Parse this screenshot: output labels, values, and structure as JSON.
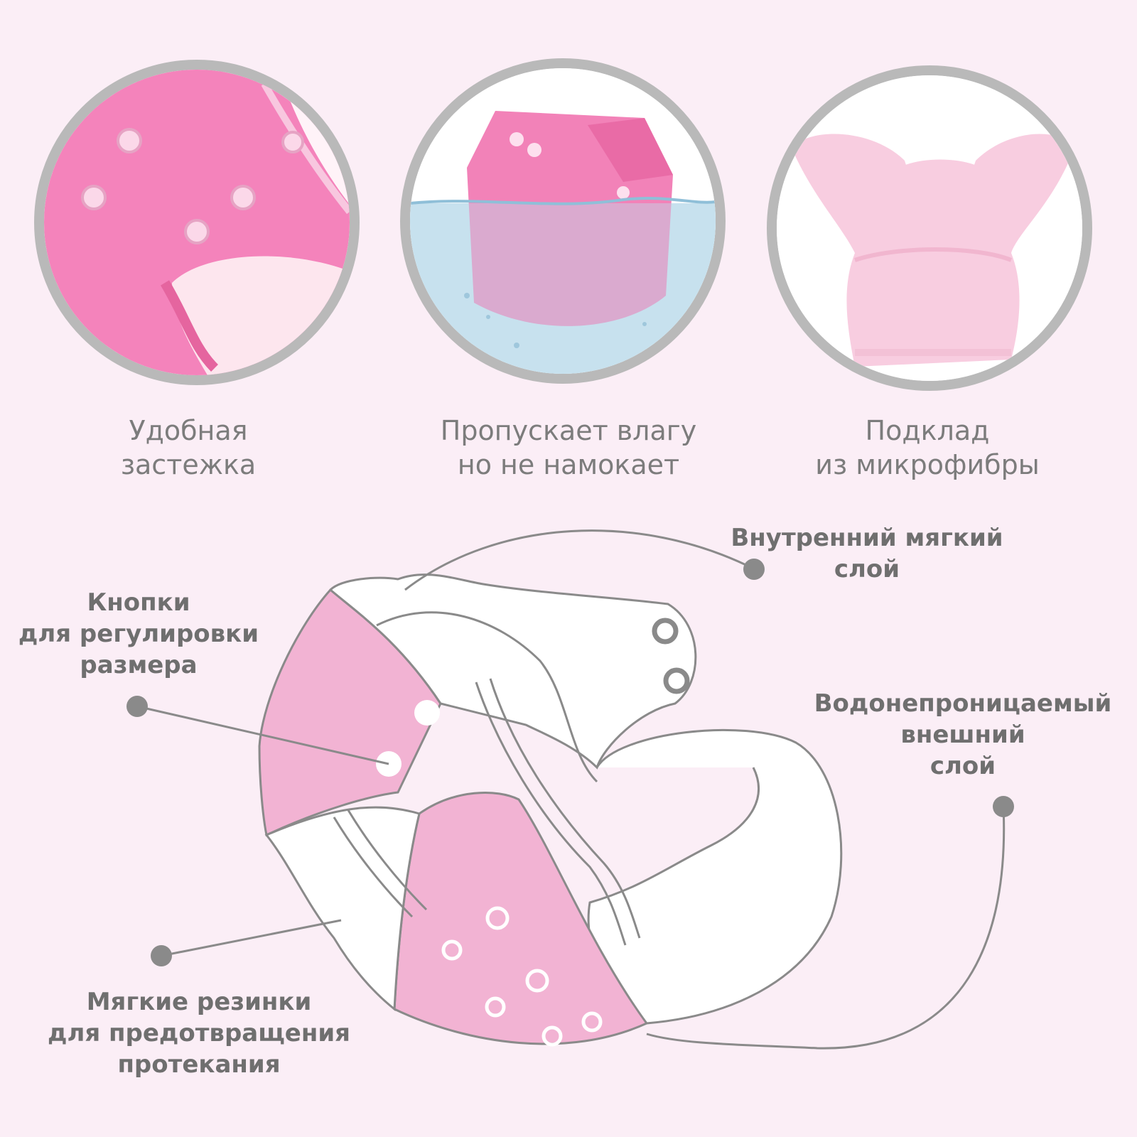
{
  "features": [
    {
      "line1": "Удобная",
      "line2": "застежка",
      "icon": "snap-closeup-photo"
    },
    {
      "line1": "Пропускает влагу",
      "line2": "но не намокает",
      "icon": "diaper-in-water-photo"
    },
    {
      "line1": "Подклад",
      "line2": "из микрофибры",
      "icon": "diaper-lining-photo"
    }
  ],
  "callouts": {
    "inner_layer": {
      "line1": "Внутренний мягкий",
      "line2": "слой"
    },
    "snaps": {
      "line1": "Кнопки",
      "line2": "для регулировки",
      "line3": "размера"
    },
    "outer_layer": {
      "line1": "Водонепроницаемый",
      "line2": "внешний",
      "line3": "слой"
    },
    "elastics": {
      "line1": "Мягкие резинки",
      "line2": "для предотвращения",
      "line3": "протекания"
    }
  },
  "colors": {
    "background": "#fbeef6",
    "diaper_pink": "#f2b3d3",
    "photo_pink": "#f07ab3",
    "outline": "#8a8a8a",
    "ring": "#b9b9b9"
  }
}
